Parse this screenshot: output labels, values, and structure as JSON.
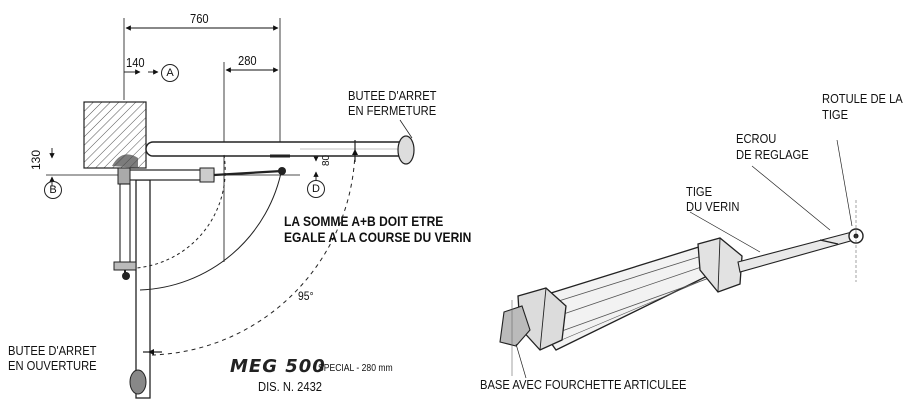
{
  "dimensions": {
    "overall": "760",
    "offset_a": "140",
    "stroke_offset": "280",
    "offset_b": "130",
    "offset_d": "80"
  },
  "markers": {
    "a": "A",
    "b": "B",
    "d": "D"
  },
  "angle": "95°",
  "labels": {
    "stop_closing_line1": "BUTEE D'ARRET",
    "stop_closing_line2": "EN FERMETURE",
    "stop_opening_line1": "BUTEE D'ARRET",
    "stop_opening_line2": "EN OUVERTURE",
    "note_line1": "LA SOMME A+B DOIT ETRE",
    "note_line2": "EGALE A LA COURSE DU VERIN",
    "ball_joint_line1": "ROTULE DE LA",
    "ball_joint_line2": "TIGE",
    "nut_line1": "ECROU",
    "nut_line2": "DE REGLAGE",
    "rod_line1": "TIGE",
    "rod_line2": "DU VERIN",
    "base": "BASE AVEC FOURCHETTE ARTICULEE"
  },
  "logo": {
    "brand": "MEG 500",
    "model": "SPECIAL - 280 mm",
    "drawing_no": "DIS. N. 2432"
  }
}
